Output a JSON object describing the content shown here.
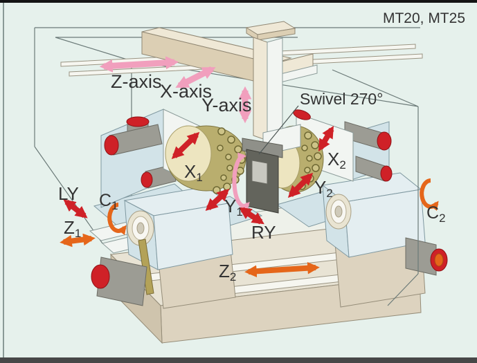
{
  "model_label": "MT20, MT25",
  "axis_labels": {
    "z_axis": "Z-axis",
    "x_axis": "X-axis",
    "y_axis": "Y-axis",
    "swivel": "Swivel 270°"
  },
  "motion_labels": {
    "x1": {
      "base": "X",
      "sub": "1"
    },
    "x2": {
      "base": "X",
      "sub": "2"
    },
    "y1": {
      "base": "Y",
      "sub": "1"
    },
    "y2": {
      "base": "Y",
      "sub": "2"
    },
    "z1": {
      "base": "Z",
      "sub": "1"
    },
    "z2": {
      "base": "Z",
      "sub": "2"
    },
    "c1": {
      "base": "C",
      "sub": "1"
    },
    "c2": {
      "base": "C",
      "sub": "2"
    },
    "ly": "LY",
    "ry": "RY"
  },
  "colors": {
    "background": "#e6f1ec",
    "ink": "#333333",
    "line": "#6b7a78",
    "pink": "#f19fbd",
    "red": "#cf2127",
    "orange": "#e5661a",
    "beige": "#dccfb4",
    "beige_light": "#efe8d6",
    "base_beige": "#ddd3bf",
    "machine_blue": "#d2e3e8",
    "machine_white": "#f2f5f2",
    "gold": "#b9ae6e",
    "gold_light": "#ede5c0",
    "gray_motor": "#9c9c94",
    "dark_head": "#63645c"
  }
}
